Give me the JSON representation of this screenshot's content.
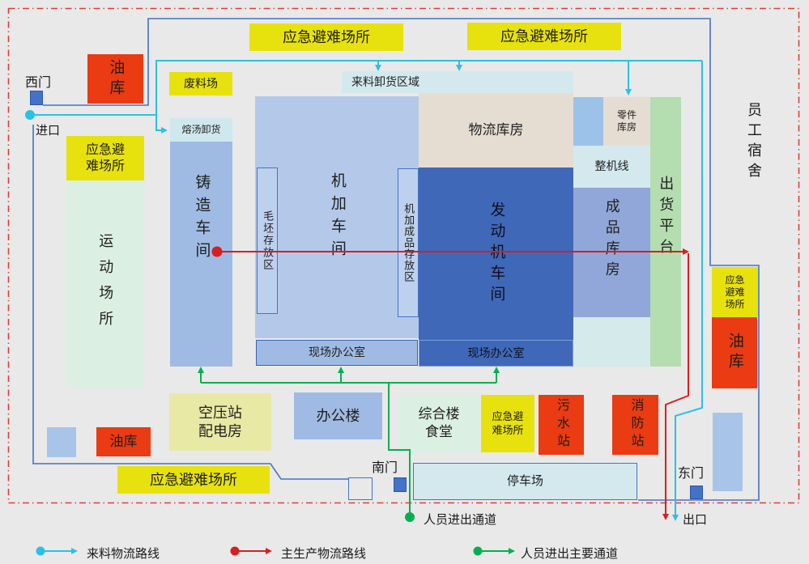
{
  "diagram_type": "factory-site-layout-map",
  "colors": {
    "background": "#e9e9e9",
    "site_border_red_dash": "#e23b3b",
    "boundary_blue": "#4472c4",
    "route_incoming_cyan": "#2bc0e8",
    "route_production_red": "#d81e1e",
    "route_personnel_green": "#00b050",
    "shelter_yellow": "#e7e20d",
    "danger_red": "#ea3b12",
    "building_blue": "#9fbbe3",
    "engine_dark_blue": "#4068b8",
    "warehouse_beige": "#e6ddd2",
    "area_light_cyan": "#d3e9ee",
    "area_pale_green": "#dcefe3",
    "platform_green": "#b4ddb0"
  },
  "zones": {
    "shelter_top_left": "应急避难场所",
    "shelter_top_right": "应急避难场所",
    "oil_depot_nw": "油库",
    "waste_yard": "废料场",
    "melt_unloading": "熔汤卸货",
    "shelter_west": "应急避\n难场所",
    "sports_ground": "运动场所",
    "casting_shop": "铸造车间",
    "blank_storage": "毛坯存放区",
    "machining_shop": "机加车间",
    "machined_goods_storage": "机加成品存放区",
    "incoming_unloading": "来料卸货区域",
    "logistics_warehouse": "物流库房",
    "engine_shop": "发动机车间",
    "parts_warehouse": "零件\n库房",
    "assembly_line": "整机线",
    "finished_goods_warehouse": "成品库房",
    "shipping_platform": "出货平台",
    "staff_dormitory": "员工宿舍",
    "site_office_left": "现场办公室",
    "site_office_right": "现场办公室",
    "shelter_east": "应急\n避难\n场所",
    "oil_depot_e": "油库",
    "air_compressor_station": "空压站\n配电房",
    "office_building": "办公楼",
    "complex_canteen": "综合楼\n食堂",
    "shelter_canteen": "应急避\n难场所",
    "sewage_station": "污水站",
    "fire_station": "消防站",
    "oil_depot_sw": "油库",
    "shelter_south": "应急避难场所",
    "parking_lot": "停车场"
  },
  "gates": {
    "west_gate": "西门",
    "entrance": "进口",
    "south_gate": "南门",
    "east_gate": "东门",
    "exit": "出口",
    "personnel_channel": "人员进出通道"
  },
  "legend": {
    "items": [
      {
        "label": "来料物流路线",
        "color": "#2bc0e8"
      },
      {
        "label": "主生产物流路线",
        "color": "#d81e1e"
      },
      {
        "label": "人员进出主要通道",
        "color": "#00b050"
      }
    ]
  }
}
